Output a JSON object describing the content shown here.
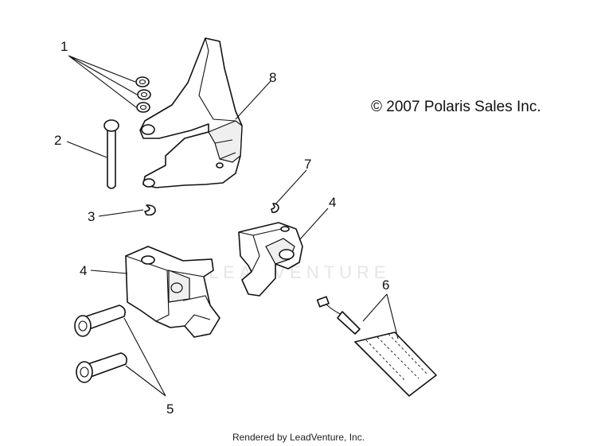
{
  "copyright": "© 2007 Polaris Sales Inc.",
  "footer": "Rendered by LeadVenture, Inc.",
  "watermark": "LEADVENTURE",
  "callouts": [
    {
      "id": "1",
      "label": "1"
    },
    {
      "id": "2",
      "label": "2"
    },
    {
      "id": "3",
      "label": "3"
    },
    {
      "id": "4a",
      "label": "4"
    },
    {
      "id": "4b",
      "label": "4"
    },
    {
      "id": "5",
      "label": "5"
    },
    {
      "id": "6",
      "label": "6"
    },
    {
      "id": "7",
      "label": "7"
    },
    {
      "id": "8",
      "label": "8"
    }
  ]
}
